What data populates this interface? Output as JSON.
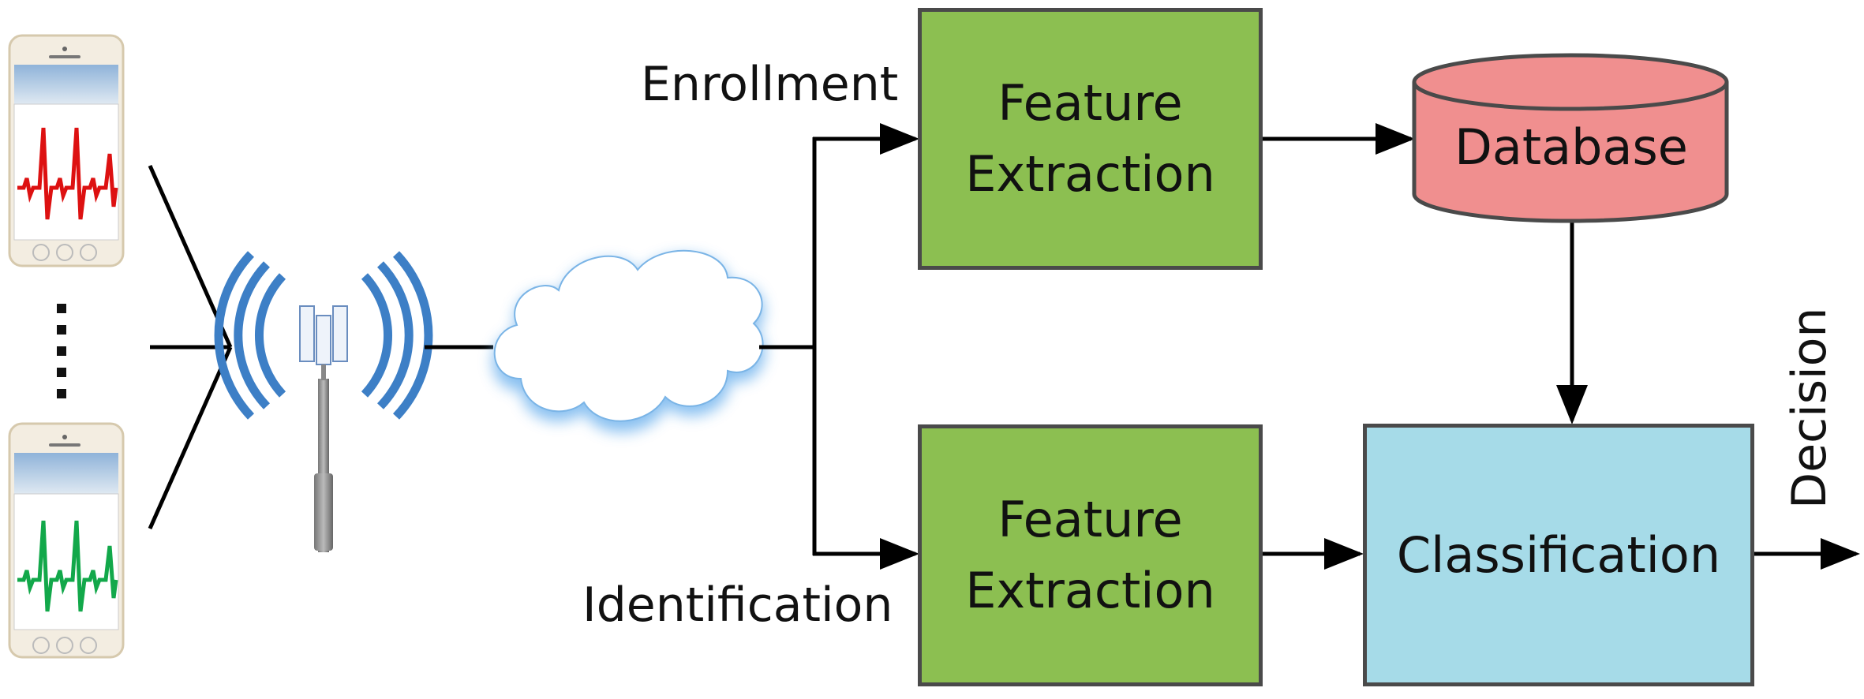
{
  "labels": {
    "enrollment": "Enrollment",
    "identification": "Identification",
    "decision": "Decision"
  },
  "boxes": {
    "feature_extraction_top": [
      "Feature",
      "Extraction"
    ],
    "feature_extraction_bottom": [
      "Feature",
      "Extraction"
    ],
    "database": "Database",
    "classification": "Classification"
  },
  "colors": {
    "feature_box": "#8cbf51",
    "database": "#f08f8f",
    "classification": "#a6dbe8",
    "cloud_glow": "#74b5ee",
    "antenna_waves": "#3d7fc6",
    "ecg_red": "#dd1111",
    "ecg_green": "#12a84a"
  },
  "icons": [
    "smartphone-icon",
    "ecg-waveform-icon",
    "antenna-tower-icon",
    "cloud-icon",
    "database-cylinder-icon"
  ]
}
